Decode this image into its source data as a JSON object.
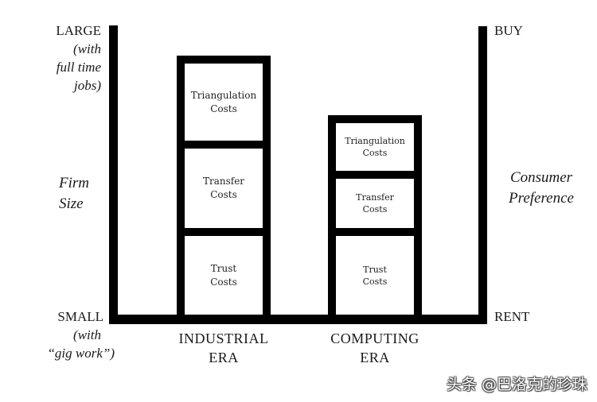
{
  "chart_data": {
    "type": "diagram",
    "title": "",
    "left_axis": {
      "title": "Firm Size",
      "top_label": "LARGE",
      "top_sublabel": "(with full time jobs)",
      "bottom_label": "SMALL",
      "bottom_sublabel": "(with “gig work”)"
    },
    "right_axis": {
      "title": "Consumer Preference",
      "top_label": "BUY",
      "bottom_label": "RENT"
    },
    "columns": [
      {
        "era": "INDUSTRIAL ERA",
        "stack_bottom_to_top": [
          "Trust Costs",
          "Transfer Costs",
          "Triangulation Costs"
        ],
        "relative_height": "tall"
      },
      {
        "era": "COMPUTING ERA",
        "stack_bottom_to_top": [
          "Trust Costs",
          "Transfer Costs",
          "Triangulation Costs"
        ],
        "relative_height": "short"
      }
    ]
  },
  "left_axis": {
    "top": {
      "main": "LARGE",
      "line1": "(with",
      "line2": "full time",
      "line3": "jobs)"
    },
    "title": {
      "line1": "Firm",
      "line2": "Size"
    },
    "bottom": {
      "main": "SMALL",
      "line1": "(with",
      "line2": "“gig work”)"
    }
  },
  "right_axis": {
    "top": "BUY",
    "title": {
      "line1": "Consumer",
      "line2": "Preference"
    },
    "bottom": "RENT"
  },
  "industrial": {
    "era": {
      "line1": "INDUSTRIAL",
      "line2": "ERA"
    },
    "triangulation": {
      "line1": "Triangulation",
      "line2": "Costs"
    },
    "transfer": {
      "line1": "Transfer",
      "line2": "Costs"
    },
    "trust": {
      "line1": "Trust",
      "line2": "Costs"
    }
  },
  "computing": {
    "era": {
      "line1": "COMPUTING",
      "line2": "ERA"
    },
    "triangulation": {
      "line1": "Triangulation",
      "line2": "Costs"
    },
    "transfer": {
      "line1": "Transfer",
      "line2": "Costs"
    },
    "trust": {
      "line1": "Trust",
      "line2": "Costs"
    }
  },
  "watermark": "头条 @巴洛克的珍珠",
  "colors": {
    "line": "#000000",
    "background": "#ffffff",
    "text": "#1a1a1a"
  }
}
